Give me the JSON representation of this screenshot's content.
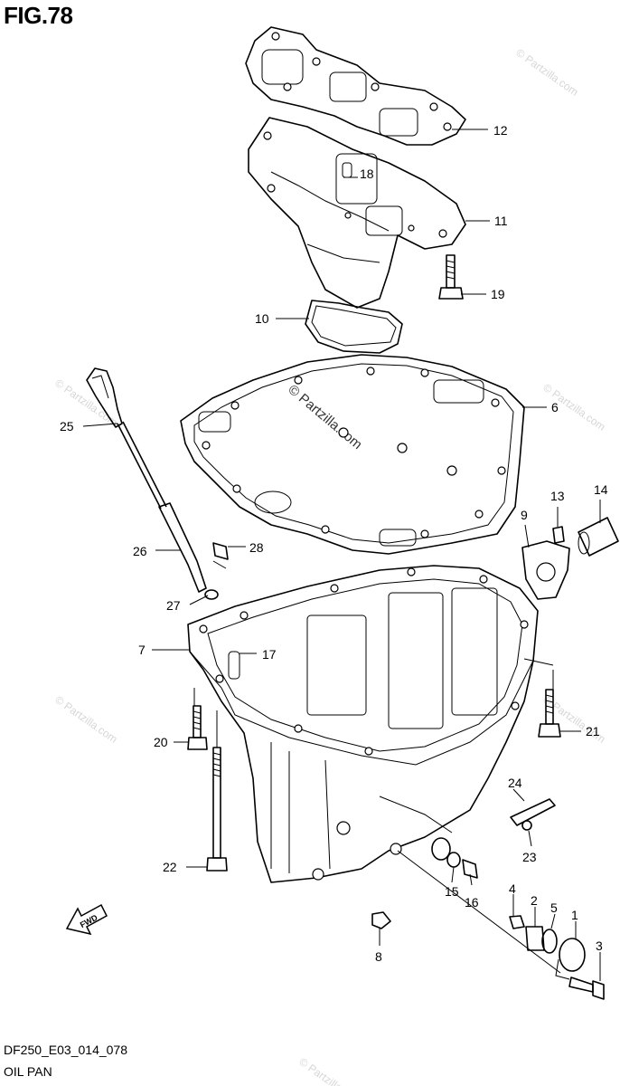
{
  "figure": {
    "title": "FIG.78",
    "code": "DF250_E03_014_078",
    "name": "OIL PAN"
  },
  "watermark": "© Partzilla.com",
  "callouts": [
    "1",
    "2",
    "3",
    "4",
    "5",
    "6",
    "7",
    "8",
    "9",
    "10",
    "11",
    "12",
    "13",
    "14",
    "15",
    "16",
    "17",
    "18",
    "19",
    "20",
    "21",
    "22",
    "23",
    "24",
    "25",
    "26",
    "27",
    "28"
  ],
  "direction_label": "FWD"
}
